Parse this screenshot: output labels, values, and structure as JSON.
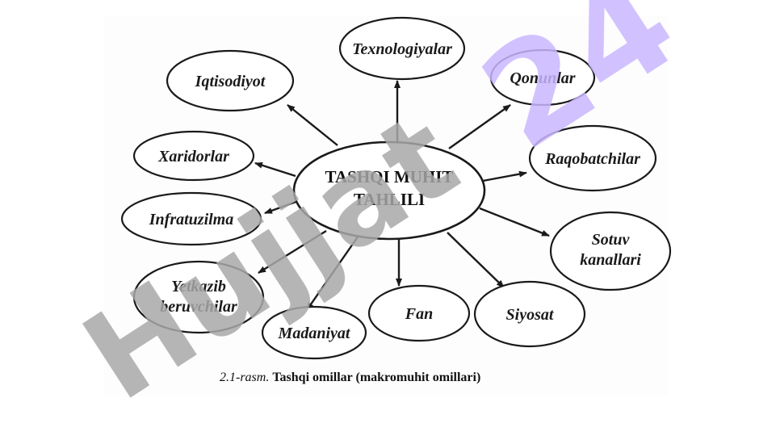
{
  "diagram": {
    "center": {
      "line1": "TASHQI MUHIT",
      "line2": "TAHLILI"
    },
    "nodes": [
      {
        "id": "texnologiyalar",
        "lines": [
          "Texnologiyalar"
        ]
      },
      {
        "id": "iqtisodiyot",
        "lines": [
          "Iqtisodiyot"
        ]
      },
      {
        "id": "qonunlar",
        "lines": [
          "Qonunlar"
        ]
      },
      {
        "id": "xaridorlar",
        "lines": [
          "Xaridorlar"
        ]
      },
      {
        "id": "raqobatchilar",
        "lines": [
          "Raqobatchilar"
        ]
      },
      {
        "id": "infratuzilma",
        "lines": [
          "Infratuzilma"
        ]
      },
      {
        "id": "sotuv-kanallari",
        "lines": [
          "Sotuv",
          "kanallari"
        ]
      },
      {
        "id": "yetkazib-beruvchilar",
        "lines": [
          "Yetkazib",
          "beruvchilar"
        ]
      },
      {
        "id": "madaniyat",
        "lines": [
          "Madaniyat"
        ]
      },
      {
        "id": "fan",
        "lines": [
          "Fan"
        ]
      },
      {
        "id": "siyosat",
        "lines": [
          "Siyosat"
        ]
      }
    ]
  },
  "caption": {
    "number": "2.1-rasm.",
    "text": "Tashqi omillar (makromuhit omillari)"
  },
  "watermark": {
    "text_gray": "Hujjat",
    "text_purple": "24",
    "color_gray": "#a8a8a8",
    "color_purple": "#c9b6ff"
  },
  "colors": {
    "ink": "#1a1a1a",
    "paper": "#ffffff"
  }
}
